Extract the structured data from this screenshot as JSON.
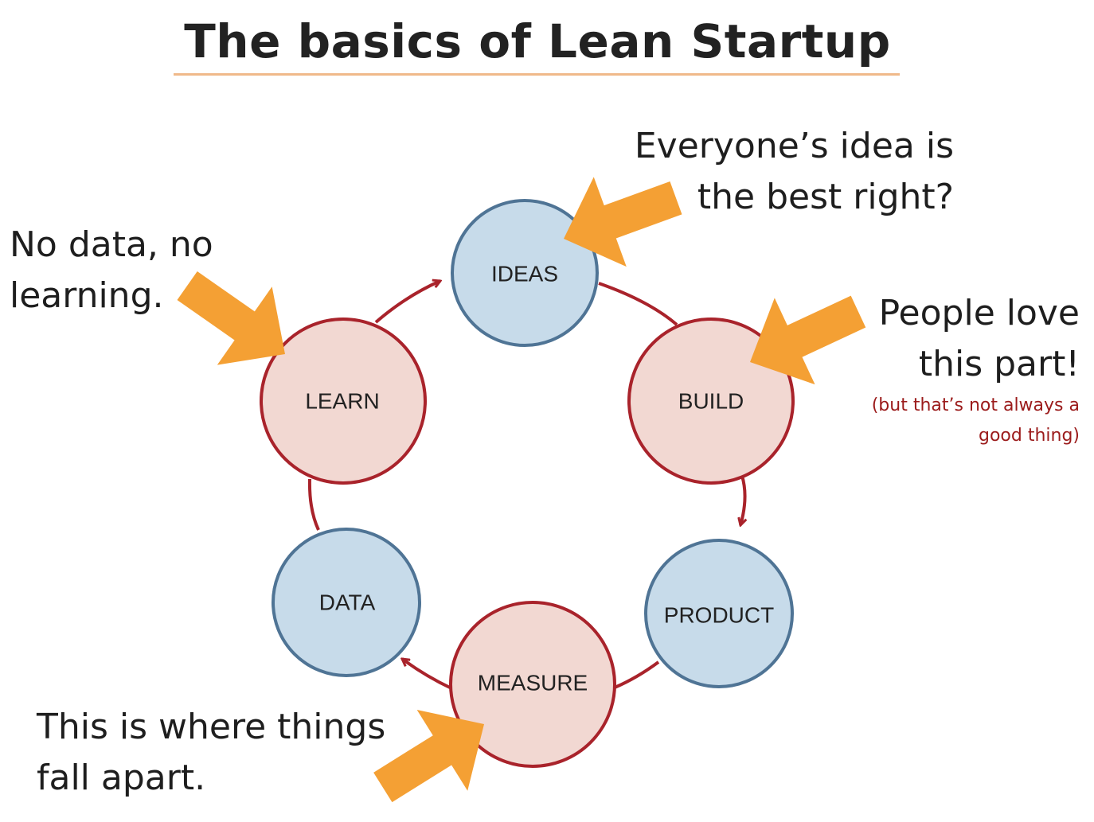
{
  "title": "The basics of Lean Startup",
  "colors": {
    "blue_fill": "#c7dbea",
    "blue_stroke": "#4f7495",
    "red_fill": "#f2d8d2",
    "red_stroke": "#a9232b",
    "connector": "#a9232b",
    "arrow": "#f4a034",
    "rule": "#f0b98a"
  },
  "nodes": {
    "ideas": {
      "label": "IDEAS",
      "kind": "blue"
    },
    "build": {
      "label": "BUILD",
      "kind": "red"
    },
    "product": {
      "label": "PRODUCT",
      "kind": "blue"
    },
    "measure": {
      "label": "MEASURE",
      "kind": "red"
    },
    "data": {
      "label": "DATA",
      "kind": "blue"
    },
    "learn": {
      "label": "LEARN",
      "kind": "red"
    }
  },
  "callouts": {
    "ideas": {
      "lines": [
        "Everyone’s idea is",
        "the best right?"
      ],
      "target": "ideas"
    },
    "learn": {
      "lines": [
        "No data, no",
        "learning."
      ],
      "target": "learn"
    },
    "build": {
      "lines": [
        "People love",
        "this part!"
      ],
      "note": [
        "(but that’s not always a",
        "good thing)"
      ],
      "target": "build"
    },
    "measure": {
      "lines": [
        "This is where things",
        "fall apart."
      ],
      "target": "measure"
    }
  },
  "arrow_icon": "callout-arrow-icon"
}
